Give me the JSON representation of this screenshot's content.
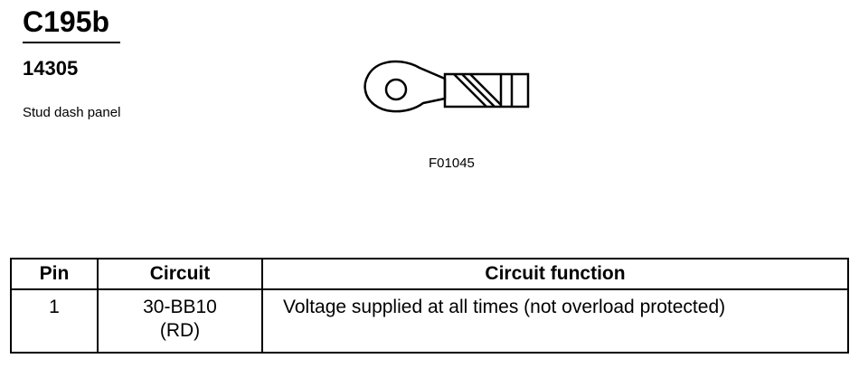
{
  "header": {
    "connector_id": "C195b",
    "part_number": "14305",
    "location": "Stud dash panel"
  },
  "figure": {
    "code": "F01045",
    "icon": "ring-terminal-icon"
  },
  "table": {
    "headers": [
      "Pin",
      "Circuit",
      "Circuit function"
    ],
    "rows": [
      {
        "pin": "1",
        "circuit": "30-BB10",
        "color": "(RD)",
        "function": "Voltage supplied at all times (not overload protected)"
      }
    ]
  }
}
